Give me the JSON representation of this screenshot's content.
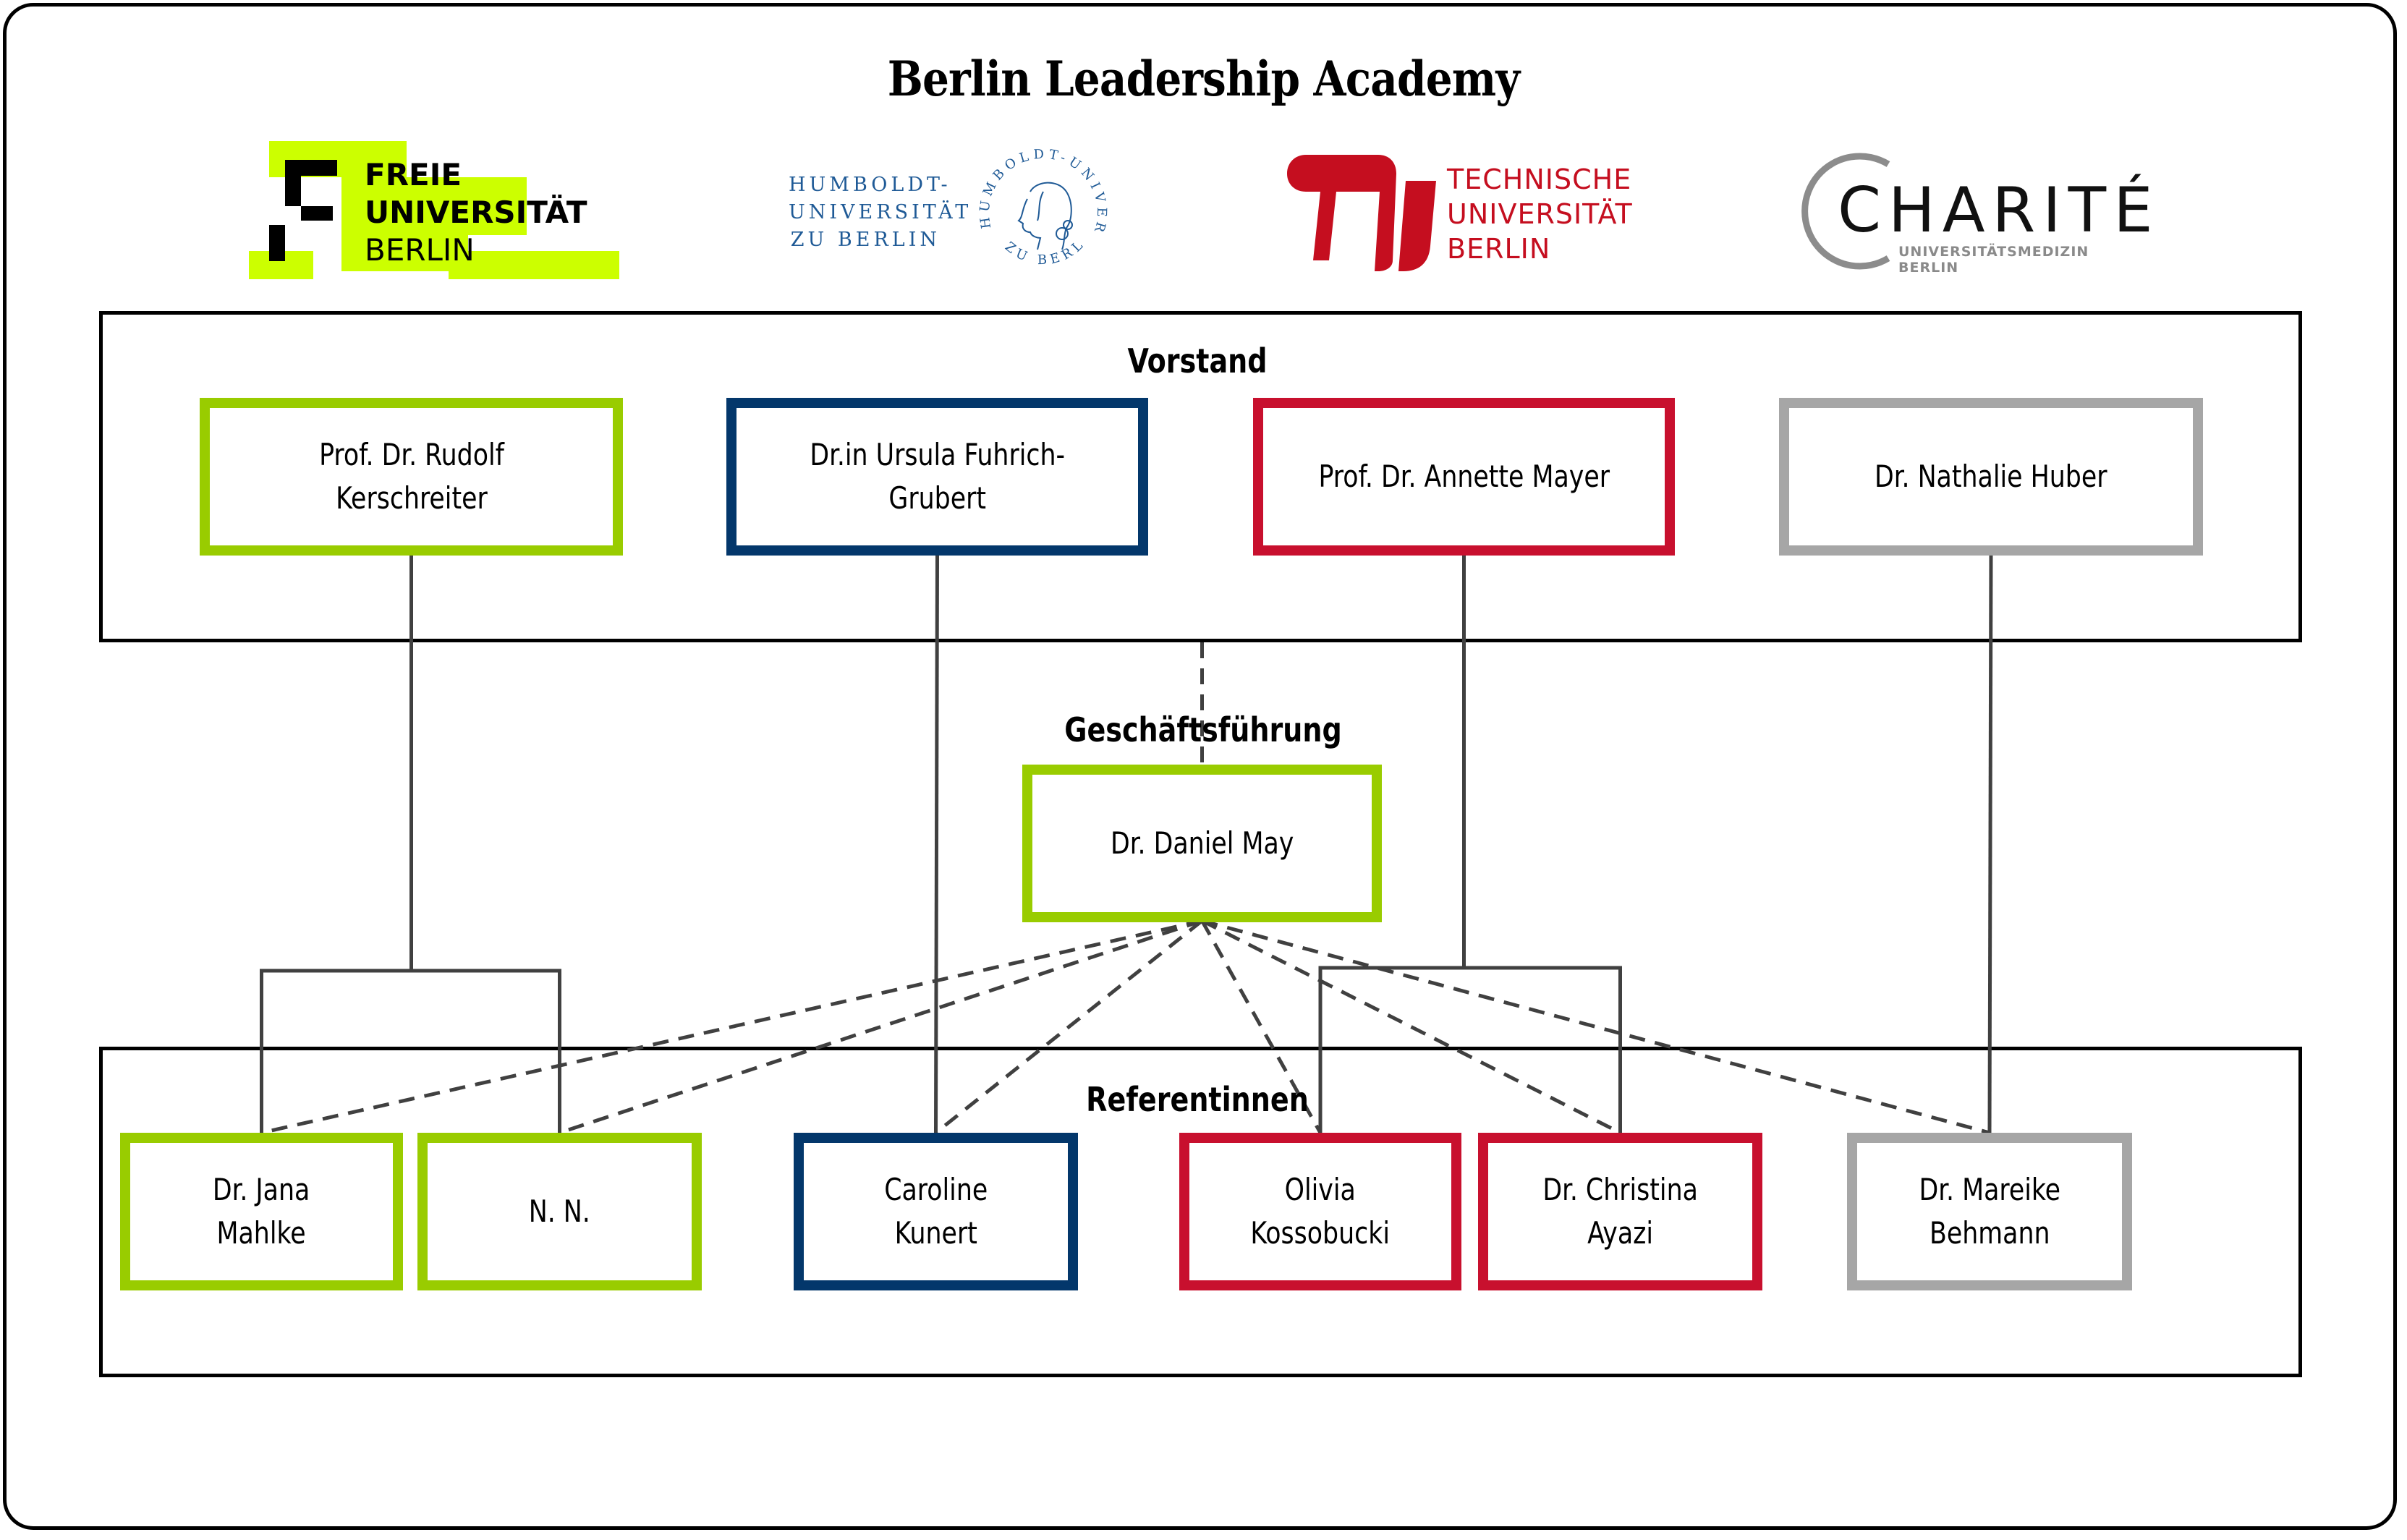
{
  "title": "Berlin Leadership Academy",
  "colors": {
    "fu_green": "#99cc00",
    "hu_blue": "#03376b",
    "tu_red": "#c8102e",
    "charite_gray": "#a6a6a6",
    "connector": "#404040",
    "fu_logo_yellow": "#ccff00",
    "hu_logo_blue": "#1f5a96",
    "tu_logo_red": "#c50e1f"
  },
  "logos": {
    "fu": {
      "line1": "FREIE",
      "line2": "UNIVERSITÄT",
      "line3": "BERLIN"
    },
    "hu": {
      "line1": "HUMBOLDT-",
      "line2": "UNIVERSITÄT",
      "line3": "ZU BERLIN",
      "seal_top": "HUMBOLDT-UNIVERSITÄT",
      "seal_bottom": "ZU BERLIN"
    },
    "tu": {
      "line1": "TECHNISCHE",
      "line2": "UNIVERSITÄT",
      "line3": "BERLIN"
    },
    "charite": {
      "name": "CHARITÉ",
      "subtitle": "UNIVERSITÄTSMEDIZIN BERLIN"
    }
  },
  "sections": {
    "vorstand": "Vorstand",
    "geschaeftsfuehrung": "Geschäftsführung",
    "referentinnen": "Referentinnen"
  },
  "vorstand": [
    {
      "line1": "Prof. Dr. Rudolf",
      "line2": "Kerschreiter",
      "institution": "fu"
    },
    {
      "line1": "Dr.in Ursula Fuhrich-",
      "line2": "Grubert",
      "institution": "hu"
    },
    {
      "line1": "Prof. Dr. Annette Mayer",
      "line2": "",
      "institution": "tu"
    },
    {
      "line1": "Dr. Nathalie Huber",
      "line2": "",
      "institution": "charite"
    }
  ],
  "geschaeftsfuehrung": {
    "line1": "Dr. Daniel May",
    "institution": "fu"
  },
  "referentinnen": [
    {
      "line1": "Dr. Jana",
      "line2": "Mahlke",
      "institution": "fu"
    },
    {
      "line1": "N. N.",
      "line2": "",
      "institution": "fu"
    },
    {
      "line1": "Caroline",
      "line2": "Kunert",
      "institution": "hu"
    },
    {
      "line1": "Olivia",
      "line2": "Kossobucki",
      "institution": "tu"
    },
    {
      "line1": "Dr. Christina",
      "line2": "Ayazi",
      "institution": "tu"
    },
    {
      "line1": "Dr. Mareike",
      "line2": "Behmann",
      "institution": "charite"
    }
  ]
}
